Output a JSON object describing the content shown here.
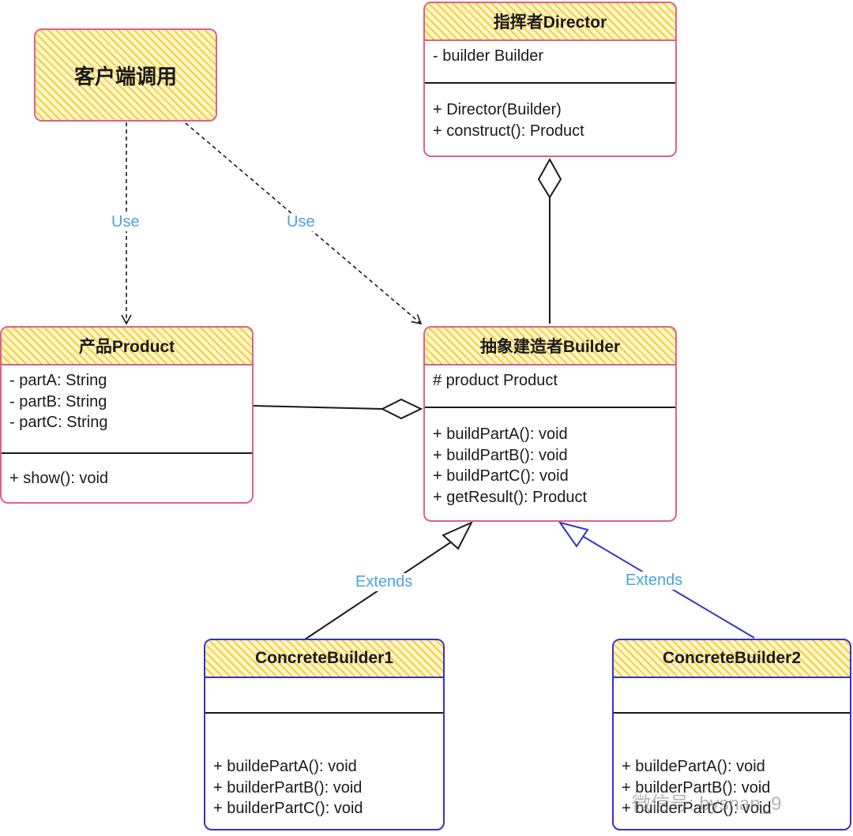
{
  "client": {
    "label": "客户端调用"
  },
  "director": {
    "title": "指挥者Director",
    "fields": [
      "- builder Builder"
    ],
    "methods": [
      "+ Director(Builder)",
      "+ construct(): Product"
    ]
  },
  "product": {
    "title": "产品Product",
    "fields": [
      "- partA: String",
      "- partB: String",
      "- partC: String"
    ],
    "methods": [
      "+ show(): void"
    ]
  },
  "builder": {
    "title": "抽象建造者Builder",
    "fields": [
      "# product Product"
    ],
    "methods": [
      "+ buildPartA(): void",
      "+ buildPartB(): void",
      "+ buildPartC(): void",
      "+ getResult(): Product"
    ]
  },
  "concrete1": {
    "title": "ConcreteBuilder1",
    "methods": [
      "+ buildePartA(): void",
      "+ builderPartB(): void",
      "+ builderPartC(): void"
    ]
  },
  "concrete2": {
    "title": "ConcreteBuilder2",
    "methods": [
      "+ buildePartA(): void",
      "+ builderPartB(): void",
      "+ builderPartC(): void"
    ]
  },
  "edges": {
    "use_label": "Use",
    "extends_label": "Extends"
  },
  "watermark": "微信号: bysnan_9",
  "colors": {
    "pink_border": "#e0608a",
    "blue_border": "#3333cc",
    "header_hatch": "#f0c828",
    "edge_label": "#4ba3e0"
  }
}
